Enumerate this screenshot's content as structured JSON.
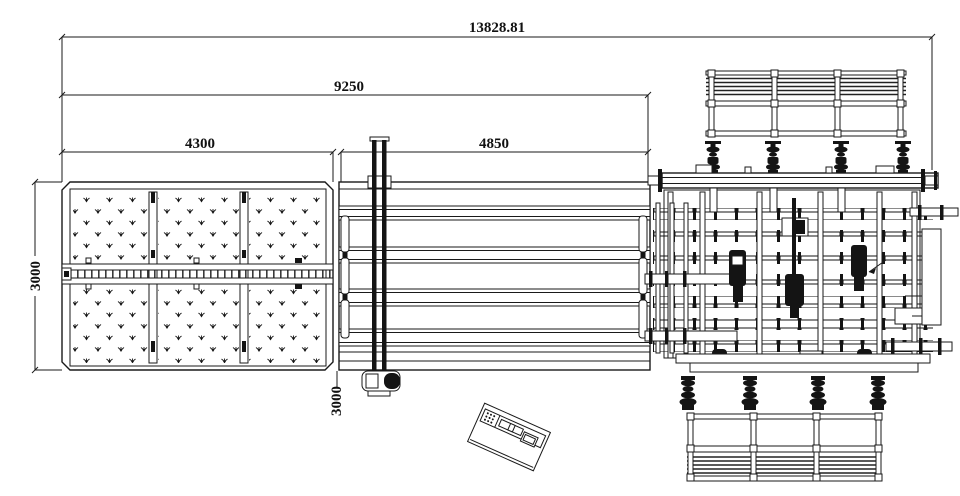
{
  "canvas": {
    "background": "#ffffff",
    "line_color": "#1a1a1a",
    "dark_fill": "#141414"
  },
  "dimensions": {
    "overall_length": "13828.81",
    "infeed_span": "9250",
    "loading_table_width": "4300",
    "cutting_table_width": "4850",
    "loading_table_depth": "3000",
    "cutting_table_depth": "3000"
  }
}
